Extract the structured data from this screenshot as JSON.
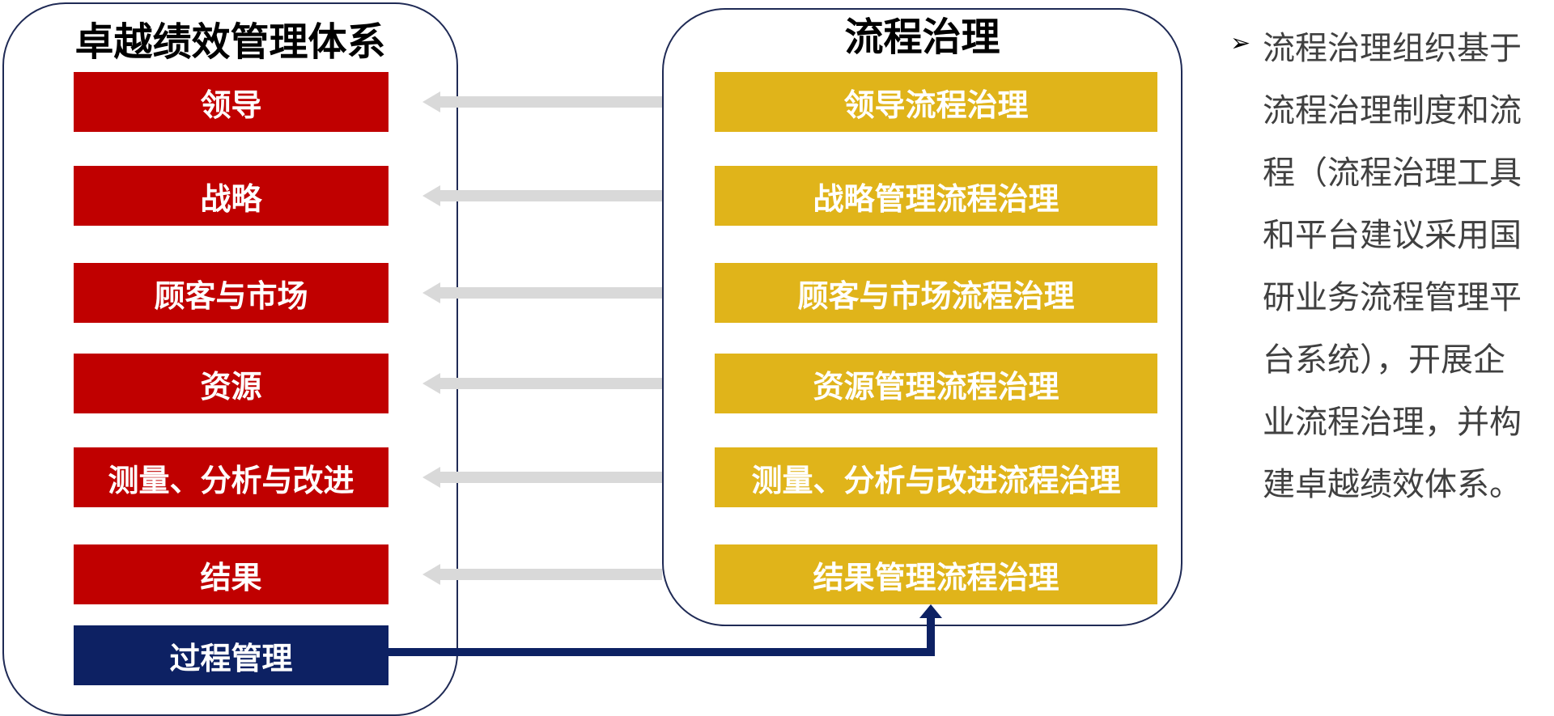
{
  "left_panel": {
    "title": "卓越绩效管理体系",
    "items": [
      "领导",
      "战略",
      "顾客与市场",
      "资源",
      "测量、分析与改进",
      "结果"
    ],
    "process_box": "过程管理"
  },
  "right_panel": {
    "title": "流程治理",
    "items": [
      "领导流程治理",
      "战略管理流程治理",
      "顾客与市场流程治理",
      "资源管理流程治理",
      "测量、分析与改进流程治理",
      "结果管理流程治理"
    ]
  },
  "note": {
    "bullet": "➢",
    "text": "流程治理组织基于流程治理制度和流程（流程治理工具和平台建议采用国研业务流程管理平台系统），开展企业流程治理，并构建卓越绩效体系。"
  },
  "colors": {
    "left_box": "#c00000",
    "right_box": "#e0b41a",
    "process_box": "#0d2163",
    "arrow": "#d9d9d9",
    "connector": "#0d2163",
    "panel_border": "#1f2a55"
  }
}
